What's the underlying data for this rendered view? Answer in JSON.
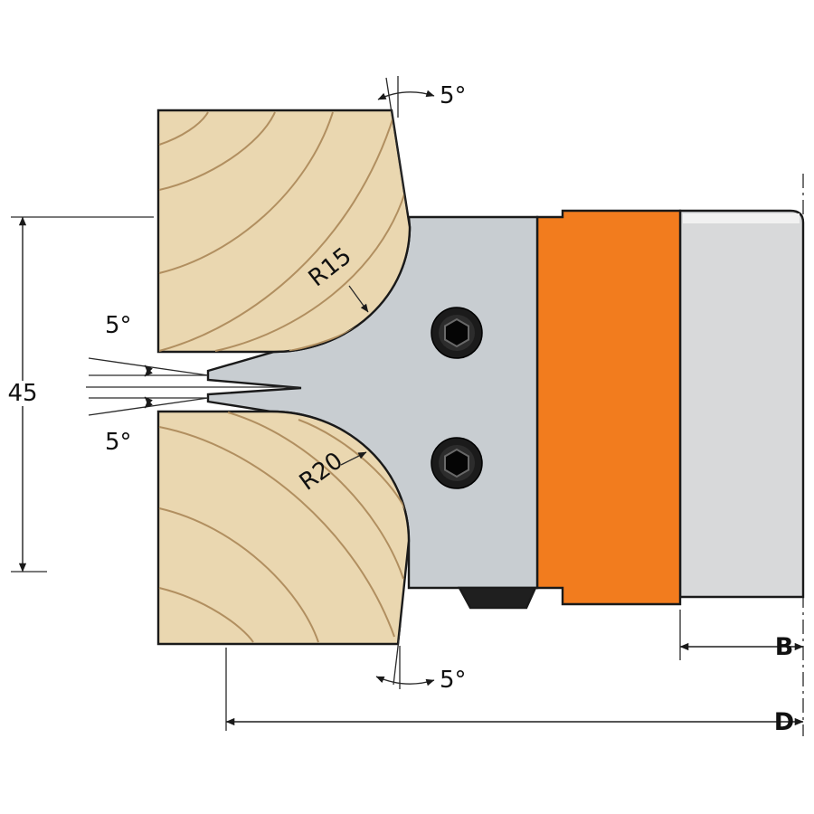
{
  "labels": {
    "height": "45",
    "angle_top": "5°",
    "angle_upper_left": "5°",
    "angle_lower_left": "5°",
    "angle_bottom": "5°",
    "radius_upper": "R15",
    "radius_lower": "R20",
    "dim_b": "B",
    "dim_d": "D"
  },
  "colors": {
    "background": "#ffffff",
    "wood": "#ead7b0",
    "wood_grain": "#b18f60",
    "cutter_body": "#c8cdd1",
    "spacer_orange": "#f27c1e",
    "shaft_gray": "#d8d9da",
    "shaft_highlight": "#f1f1f1",
    "screw_dark": "#1b1b1b",
    "screw_inner": "#2c2c2c",
    "nut_dark": "#1f1f1f",
    "outline": "#1a1a1a"
  }
}
